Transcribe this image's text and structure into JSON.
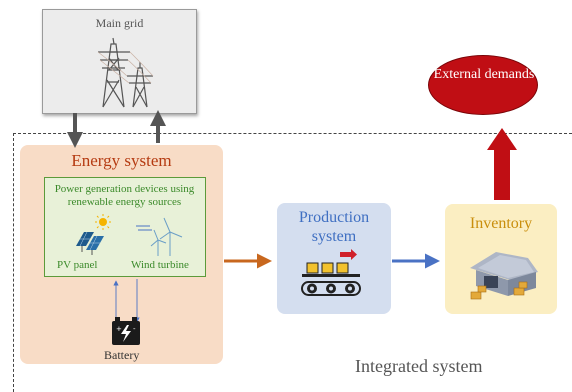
{
  "main_grid": {
    "label": "Main grid"
  },
  "energy_system": {
    "title": "Energy system",
    "renewable_box": {
      "title": "Power generation devices using renewable energy sources",
      "pv_label": "PV panel",
      "wind_label": "Wind turbine"
    },
    "battery_label": "Battery"
  },
  "production_system": {
    "title": "Production system"
  },
  "inventory": {
    "title": "Inventory"
  },
  "external_demands": {
    "label": "External demands"
  },
  "integrated_system": {
    "label": "Integrated system"
  },
  "colors": {
    "energy_bg": "#f8dcc6",
    "energy_title": "#b53b12",
    "renewable_border": "#5c9a3a",
    "production_bg": "#d4deef",
    "production_title": "#3f6fc2",
    "inventory_bg": "#fbeec2",
    "inventory_title": "#c98e0c",
    "external_demands": "#c00e14",
    "arrow_energy_to_production": "#c8671e",
    "arrow_production_to_inventory": "#4a72c4",
    "arrow_inventory_to_demand": "#c00e14",
    "arrow_grid": "#555555"
  },
  "icons": [
    "transmission-tower-icon",
    "sun-icon",
    "solar-panel-icon",
    "wind-turbine-icon",
    "battery-icon",
    "conveyor-factory-icon",
    "warehouse-icon"
  ]
}
